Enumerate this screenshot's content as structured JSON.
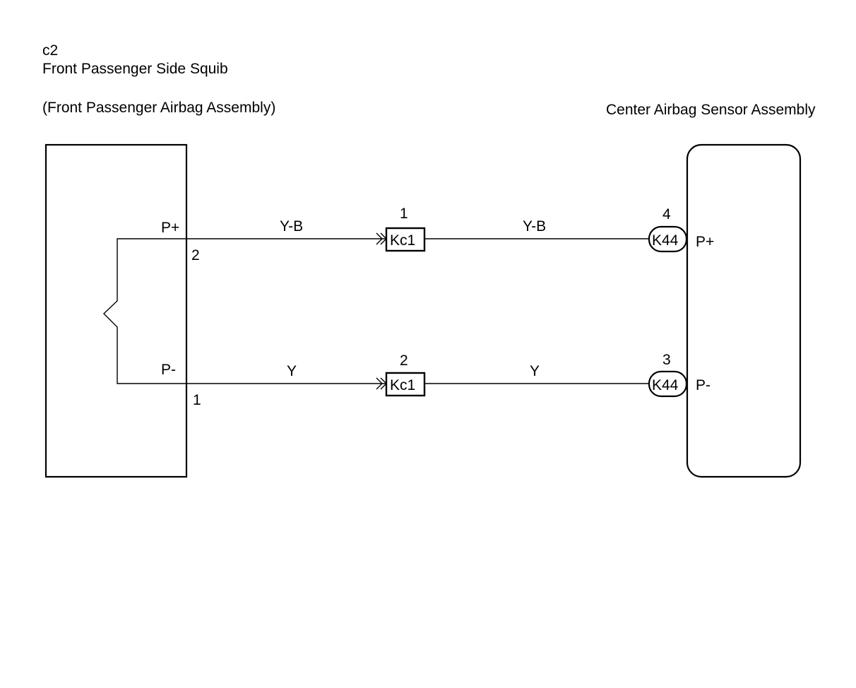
{
  "left_component": {
    "code": "c2",
    "name": "Front Passenger Side Squib",
    "assembly": "(Front Passenger Airbag Assembly)",
    "terminals": [
      {
        "label": "P+",
        "pin": "2"
      },
      {
        "label": "P-",
        "pin": "1"
      }
    ]
  },
  "right_component": {
    "name": "Center Airbag Sensor Assembly",
    "terminals": [
      {
        "label": "P+",
        "pin": "4",
        "connector": "K44"
      },
      {
        "label": "P-",
        "pin": "3",
        "connector": "K44"
      }
    ]
  },
  "wires": [
    {
      "color_left": "Y-B",
      "color_right": "Y-B",
      "junction_connector": "Kc1",
      "junction_pin": "1"
    },
    {
      "color_left": "Y",
      "color_right": "Y",
      "junction_connector": "Kc1",
      "junction_pin": "2"
    }
  ]
}
